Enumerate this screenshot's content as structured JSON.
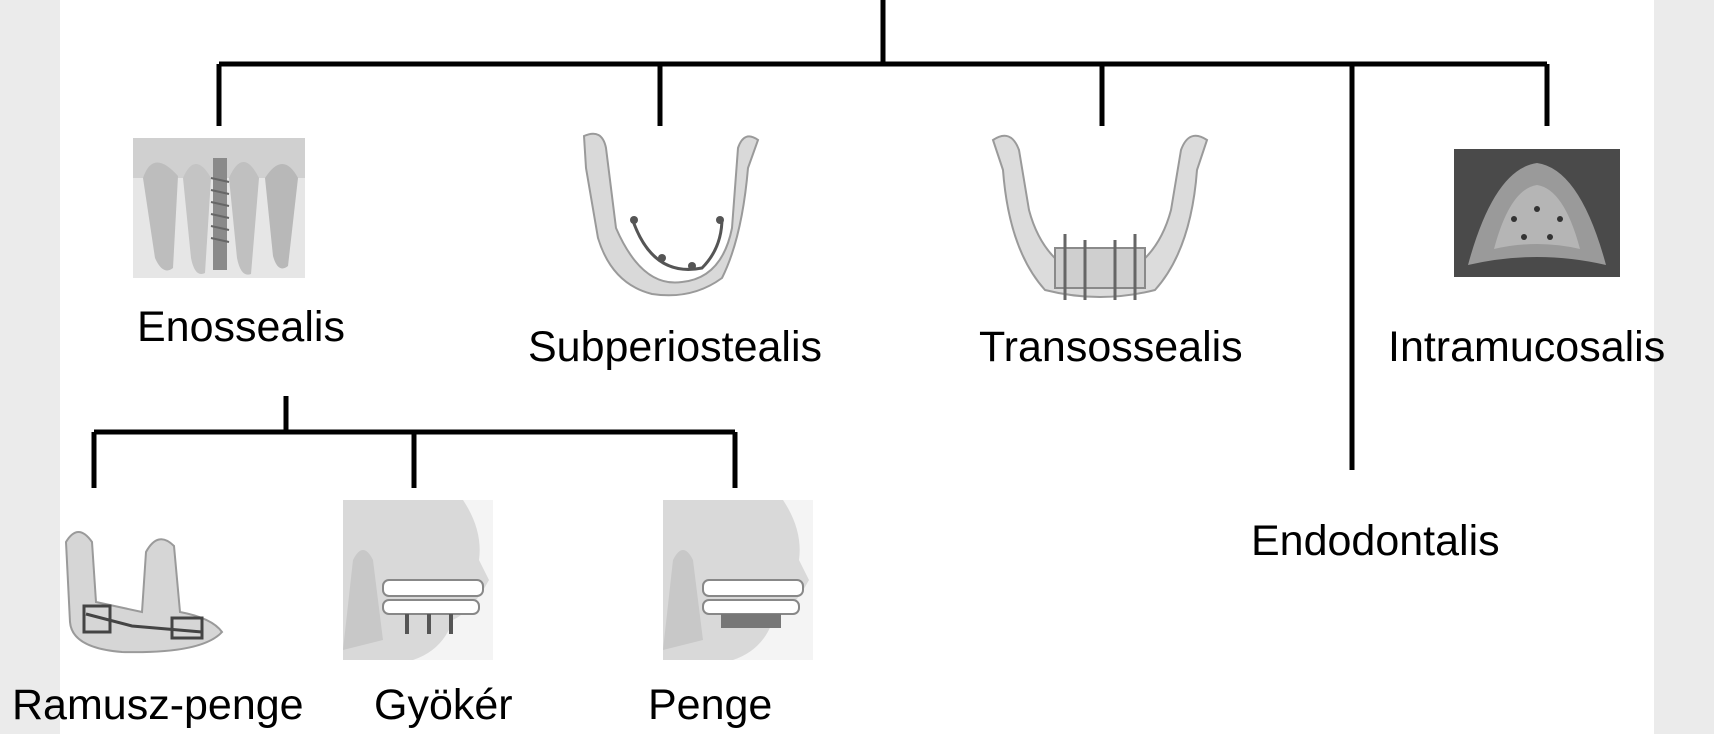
{
  "tree": {
    "level1": [
      {
        "label": "Enossealis",
        "icon": "implant-teeth-icon"
      },
      {
        "label": "Subperiostealis",
        "icon": "mandible-subperiosteal-icon"
      },
      {
        "label": "Transossealis",
        "icon": "mandible-transosseal-icon"
      },
      {
        "label": "Endodontalis",
        "icon": ""
      },
      {
        "label": "Intramucosalis",
        "icon": "palate-photo-icon"
      }
    ],
    "level2": [
      {
        "label": "Ramusz-penge",
        "icon": "ramus-blade-mandible-icon"
      },
      {
        "label": "Gyökér",
        "icon": "root-implant-skull-icon"
      },
      {
        "label": "Penge",
        "icon": "blade-implant-skull-icon"
      }
    ]
  }
}
